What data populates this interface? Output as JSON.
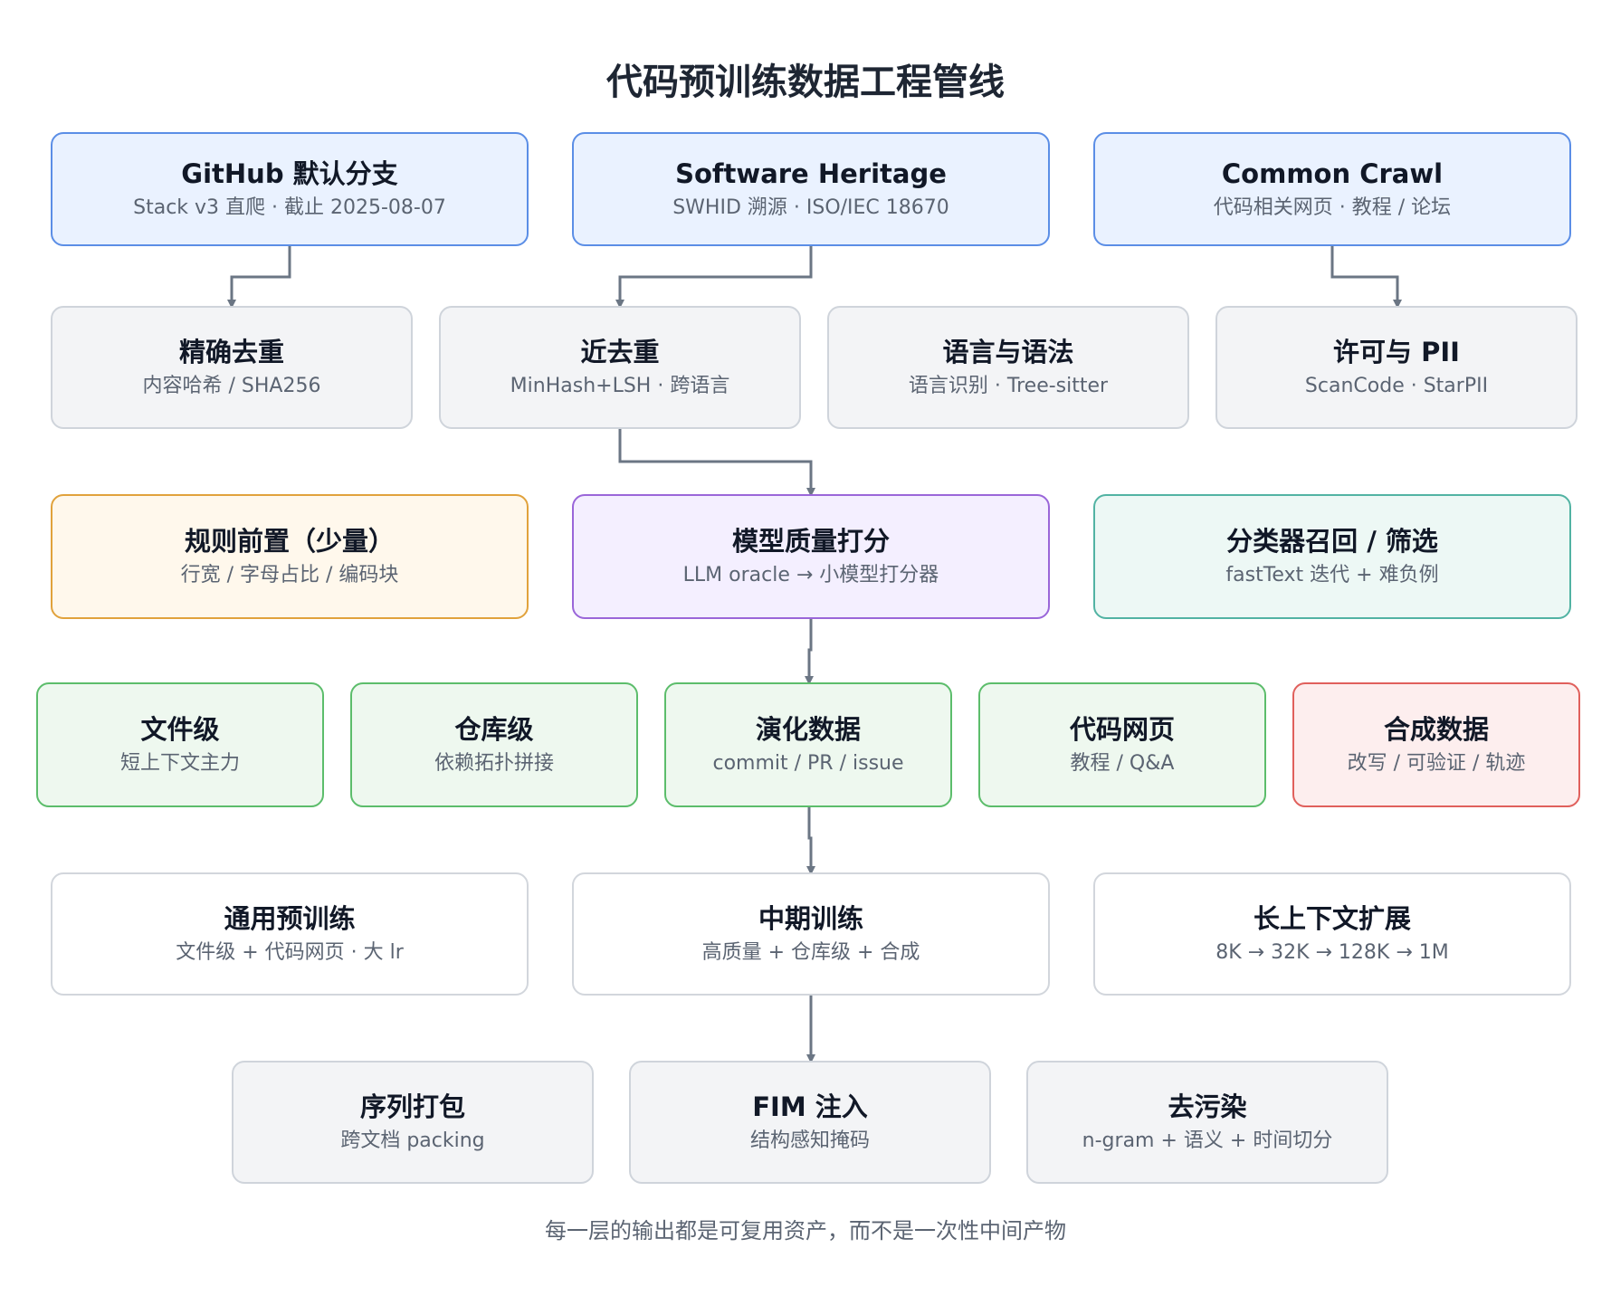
{
  "title": "代码预训练数据工程管线",
  "footer": "每一层的输出都是可复用资产，而不是一次性中间产物",
  "sources": [
    {
      "title": "GitHub 默认分支",
      "sub": "Stack v3 直爬 · 截止 2025-08-07"
    },
    {
      "title": "Software Heritage",
      "sub": "SWHID 溯源 · ISO/IEC 18670"
    },
    {
      "title": "Common Crawl",
      "sub": "代码相关网页 · 教程 / 论坛"
    }
  ],
  "cleaning": [
    {
      "title": "精确去重",
      "sub": "内容哈希 / SHA256"
    },
    {
      "title": "近去重",
      "sub": "MinHash+LSH · 跨语言"
    },
    {
      "title": "语言与语法",
      "sub": "语言识别 · Tree-sitter"
    },
    {
      "title": "许可与 PII",
      "sub": "ScanCode · StarPII"
    }
  ],
  "quality": [
    {
      "title": "规则前置（少量）",
      "sub": "行宽 / 字母占比 / 编码块"
    },
    {
      "title": "模型质量打分",
      "sub": "LLM oracle → 小模型打分器"
    },
    {
      "title": "分类器召回 / 筛选",
      "sub": "fastText 迭代 + 难负例"
    }
  ],
  "pools": [
    {
      "title": "文件级",
      "sub": "短上下文主力"
    },
    {
      "title": "仓库级",
      "sub": "依赖拓扑拼接"
    },
    {
      "title": "演化数据",
      "sub": "commit / PR / issue"
    },
    {
      "title": "代码网页",
      "sub": "教程 / Q&A"
    },
    {
      "title": "合成数据",
      "sub": "改写 / 可验证 / 轨迹"
    }
  ],
  "stages": [
    {
      "title": "通用预训练",
      "sub": "文件级 + 代码网页 · 大 lr"
    },
    {
      "title": "中期训练",
      "sub": "高质量 + 仓库级 + 合成"
    },
    {
      "title": "长上下文扩展",
      "sub": "8K → 32K → 128K → 1M"
    }
  ],
  "packing": [
    {
      "title": "序列打包",
      "sub": "跨文档 packing"
    },
    {
      "title": "FIM 注入",
      "sub": "结构感知掩码"
    },
    {
      "title": "去污染",
      "sub": "n-gram + 语义 + 时间切分"
    }
  ],
  "colors": {
    "source": "#5b8ee6",
    "cleaning": "#cfd4db",
    "rules": "#e1a23c",
    "model_score": "#9a66d9",
    "classifier": "#52b3a3",
    "pool": "#5cbd6b",
    "synthetic": "#e0605c",
    "stage": "#d2d6dc",
    "arrow": "#6b7684"
  }
}
